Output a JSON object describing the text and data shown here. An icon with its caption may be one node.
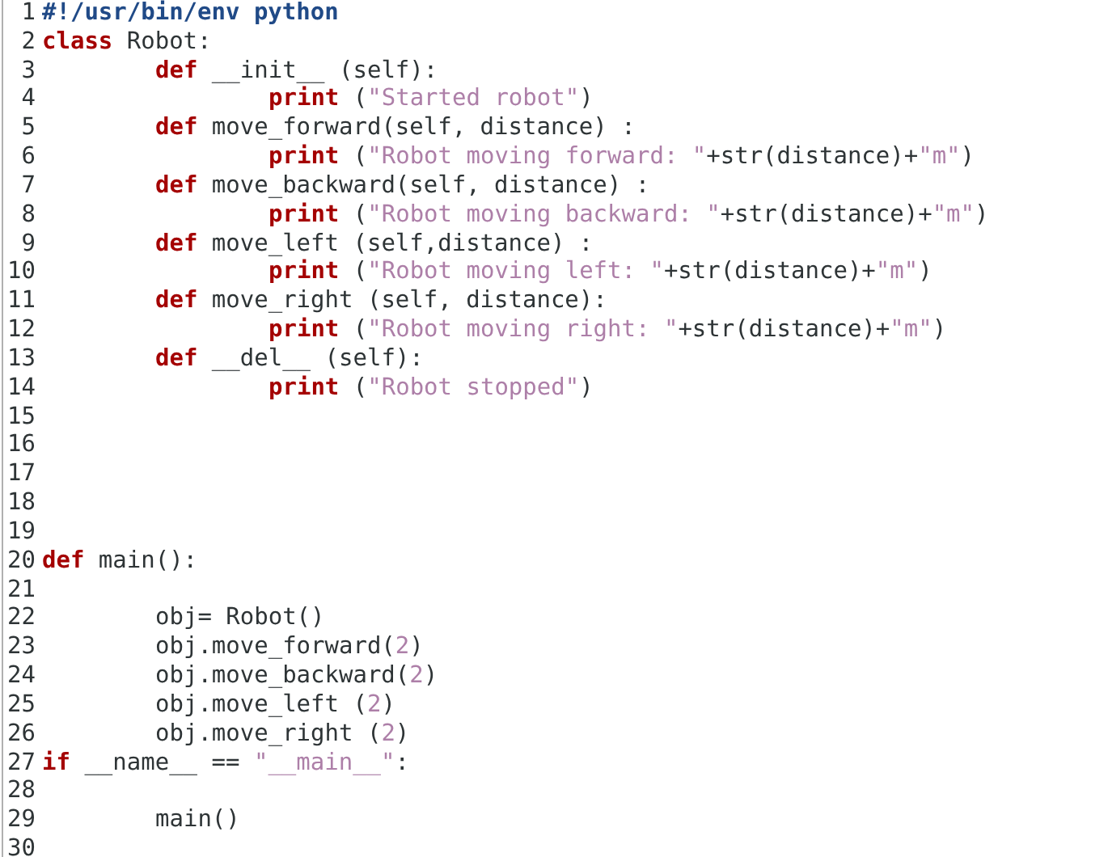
{
  "diagram": {
    "labels": [
      "1",
      "#!/usr/bin/env python",
      "2",
      "**class** Robot:",
      "3",
      "**def** __init__ (self):",
      "4",
      "**print** (\"Started robot\")",
      "5",
      "**def** move_forward(self, distance) :",
      "6",
      "**print** (\"Robot moving forward: \"+str(distance)+\"m\")",
      "7",
      "**def** move_backward(self, distance) :",
      "8",
      "**print** (\"Robot moving backward: \"+str(distance)+\"m\")",
      "9",
      "**def** move_left (self,distance) :",
      "10",
      "**print** (\"Robot moving left: \"+str(distance)+\"m\")",
      "11",
      "**def** move_right (self, distance):",
      "12",
      "**print** (\"Robot moving right: \"+str(distance)+\"m\")",
      "13",
      "**def** __del__ (self):",
      "14",
      "**print** (\"Robot stopped\")",
      "15",
      "16",
      "17",
      "18",
      "19",
      "20",
      "**def** main():",
      "21",
      "22",
      "obj= Robot()",
      "23",
      "obj.move_forward(2)",
      "24",
      "obj.move_backward(2)",
      "25",
      "obj.move_left (2)",
      "26",
      "obj.move_right (2)",
      "27",
      "**if** __name__ == \"__main__\":",
      "28",
      "29",
      "main()",
      "30"
    ]
  }
}
